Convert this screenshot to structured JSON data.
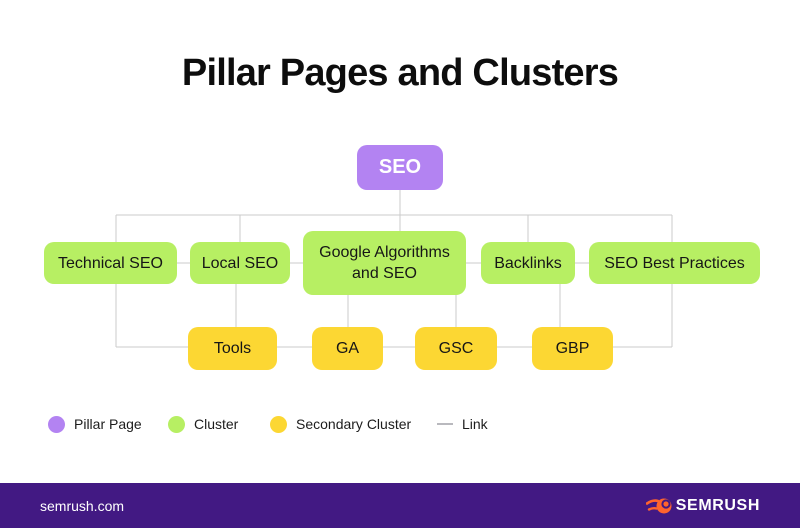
{
  "title": "Pillar Pages and Clusters",
  "diagram": {
    "pillar": {
      "label": "SEO"
    },
    "clusters": [
      {
        "label": "Technical SEO"
      },
      {
        "label": "Local SEO"
      },
      {
        "label": "Google Algorithms and SEO"
      },
      {
        "label": "Backlinks"
      },
      {
        "label": "SEO Best Practices"
      }
    ],
    "secondary": [
      {
        "label": "Tools"
      },
      {
        "label": "GA"
      },
      {
        "label": "GSC"
      },
      {
        "label": "GBP"
      }
    ]
  },
  "legend": {
    "items": [
      {
        "label": "Pillar Page",
        "color": "#b383f2",
        "swatch": "circle"
      },
      {
        "label": "Cluster",
        "color": "#b7ef63",
        "swatch": "circle"
      },
      {
        "label": "Secondary Cluster",
        "color": "#fcd733",
        "swatch": "circle"
      },
      {
        "label": "Link",
        "color": "#b9b9be",
        "swatch": "line"
      }
    ]
  },
  "footer": {
    "website": "semrush.com",
    "brand": "SEMRUSH"
  },
  "colors": {
    "pillar_purple": "#b383f2",
    "cluster_green": "#b7ef63",
    "secondary_yellow": "#fcd733",
    "link_gray": "#cbcbcb",
    "footer_purple": "#421983",
    "brand_orange": "#ff642d"
  }
}
